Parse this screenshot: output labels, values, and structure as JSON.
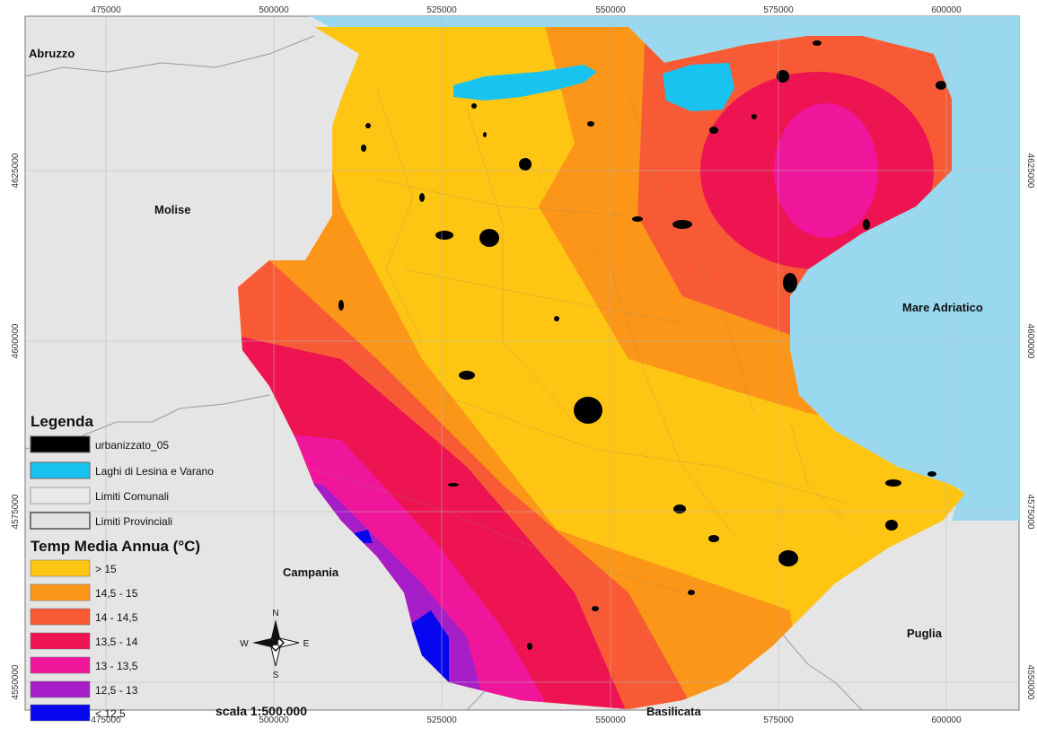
{
  "map": {
    "regions": {
      "abruzzo": "Abruzzo",
      "molise": "Molise",
      "campania": "Campania",
      "basilicata": "Basilicata",
      "puglia": "Puglia",
      "sea": "Mare Adriatico"
    },
    "x_ticks": [
      "475000",
      "500000",
      "525000",
      "550000",
      "575000",
      "600000"
    ],
    "y_ticks": [
      "4625000",
      "4600000",
      "4575000",
      "4550000"
    ],
    "scale_label": "scala 1:500.000",
    "compass": {
      "n": "N",
      "s": "S",
      "e": "E",
      "w": "W"
    }
  },
  "legend": {
    "title": "Legenda",
    "layers": [
      {
        "label": "urbanizzato_05",
        "color": "#000000"
      },
      {
        "label": "Laghi di Lesina e Varano",
        "color": "#19c3ef"
      },
      {
        "label": "Limiti Comunali",
        "color": "#e9e9e9"
      },
      {
        "label": "Limiti Provinciali",
        "color": "#e4e4e4"
      }
    ],
    "temp_title": "Temp Media Annua (°C)",
    "temp_classes": [
      {
        "label": "> 15",
        "color": "#ffc513"
      },
      {
        "label": "14,5 - 15",
        "color": "#fb9619"
      },
      {
        "label": "14 - 14,5",
        "color": "#f95a36"
      },
      {
        "label": "13,5 - 14",
        "color": "#ee1452"
      },
      {
        "label": "13 - 13,5",
        "color": "#f0169b"
      },
      {
        "label": "12,5 - 13",
        "color": "#a61ec7"
      },
      {
        "label": "< 12,5",
        "color": "#0707ef"
      }
    ]
  },
  "colors": {
    "land": "#e5e5e5",
    "sea": "#9ad8ef",
    "lake": "#19c3ef",
    "urban": "#000000"
  }
}
